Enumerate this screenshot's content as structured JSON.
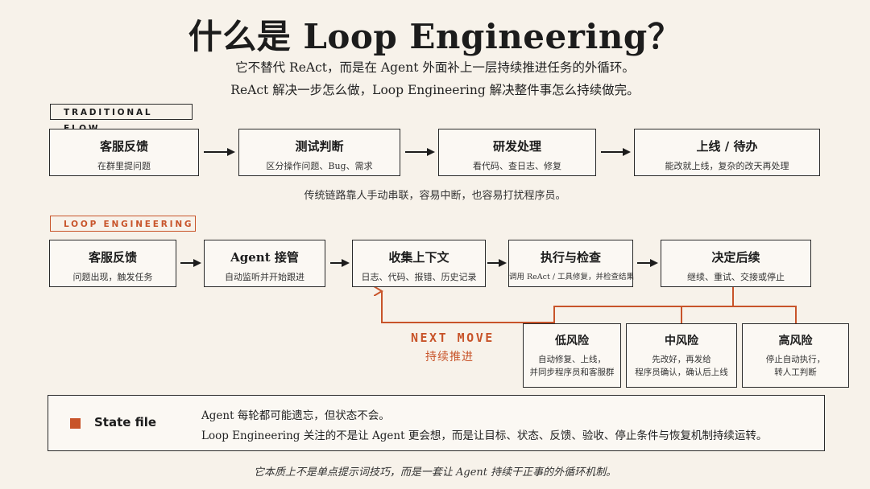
{
  "title": "什么是 Loop Engineering？",
  "subtitle_lines": [
    "它不替代 ReAct，而是在 Agent 外面补上一层持续推进任务的外循环。",
    "ReAct 解决一步怎么做，Loop Engineering 解决整件事怎么持续做完。"
  ],
  "traditional": {
    "tag": "TRADITIONAL FLOW",
    "boxes": [
      {
        "title": "客服反馈",
        "sub": "在群里提问题"
      },
      {
        "title": "测试判断",
        "sub": "区分操作问题、Bug、需求"
      },
      {
        "title": "研发处理",
        "sub": "看代码、查日志、修复"
      },
      {
        "title": "上线 / 待办",
        "sub": "能改就上线，复杂的改天再处理"
      }
    ],
    "note": "传统链路靠人手动串联，容易中断，也容易打扰程序员。"
  },
  "loop": {
    "tag": "LOOP ENGINEERING",
    "boxes": [
      {
        "title": "客服反馈",
        "sub": "问题出现，触发任务"
      },
      {
        "title": "Agent 接管",
        "sub": "自动监听并开始跟进"
      },
      {
        "title": "收集上下文",
        "sub": "日志、代码、报错、历史记录"
      },
      {
        "title": "执行与检查",
        "sub": "调用 ReAct / 工具修复，并检查结果"
      },
      {
        "title": "决定后续",
        "sub": "继续、重试、交接或停止"
      }
    ],
    "next_move": {
      "en": "NEXT MOVE",
      "zh": "持续推进"
    },
    "risks": [
      {
        "title": "低风险",
        "lines": [
          "自动修复、上线，",
          "并同步程序员和客服群"
        ]
      },
      {
        "title": "中风险",
        "lines": [
          "先改好，再发给",
          "程序员确认，确认后上线"
        ]
      },
      {
        "title": "高风险",
        "lines": [
          "停止自动执行，",
          "转人工判断"
        ]
      }
    ]
  },
  "state_file": {
    "label": "State file",
    "lines": [
      "Agent 每轮都可能遗忘，但状态不会。",
      "Loop Engineering 关注的不是让 Agent 更会想，而是让目标、状态、反馈、验收、停止条件与恢复机制持续运转。"
    ]
  },
  "footer": "它本质上不是单点提示词技巧，而是一套让 Agent 持续干正事的外循环机制。",
  "colors": {
    "accent": "#c8542a",
    "ink": "#1c1c1c",
    "background": "#f7f2ea"
  }
}
